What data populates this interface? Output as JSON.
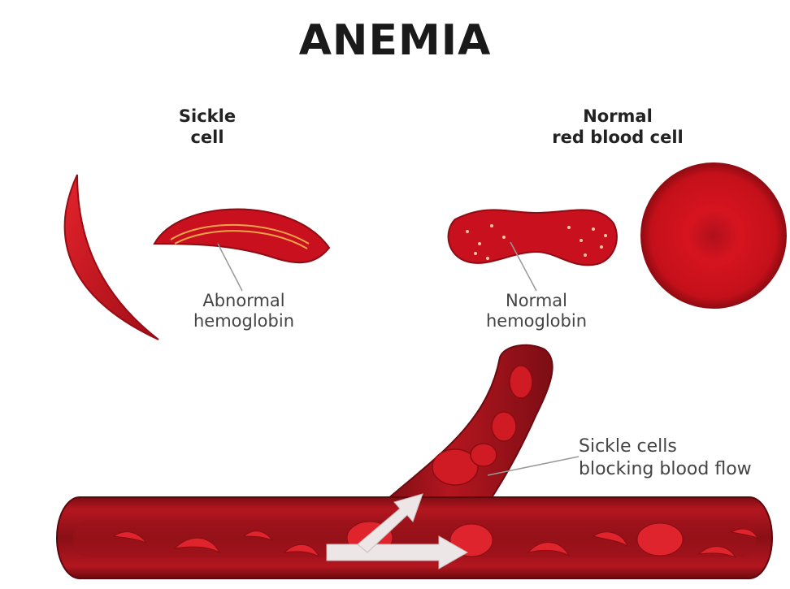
{
  "title": "ANEMIA",
  "headings": {
    "sickle": [
      "Sickle",
      "cell"
    ],
    "normal": [
      "Normal",
      "red blood cell"
    ]
  },
  "labels": {
    "abnormal_hemoglobin": [
      "Abnormal",
      "hemoglobin"
    ],
    "normal_hemoglobin": [
      "Normal",
      "hemoglobin"
    ],
    "blocking": [
      "Sickle cells",
      "blocking blood flow"
    ]
  },
  "colors": {
    "blood_red": "#c8102e",
    "dark_red": "#8a0f16",
    "vessel_wall": "#a3141c",
    "arrow": "#e8e4e4"
  }
}
